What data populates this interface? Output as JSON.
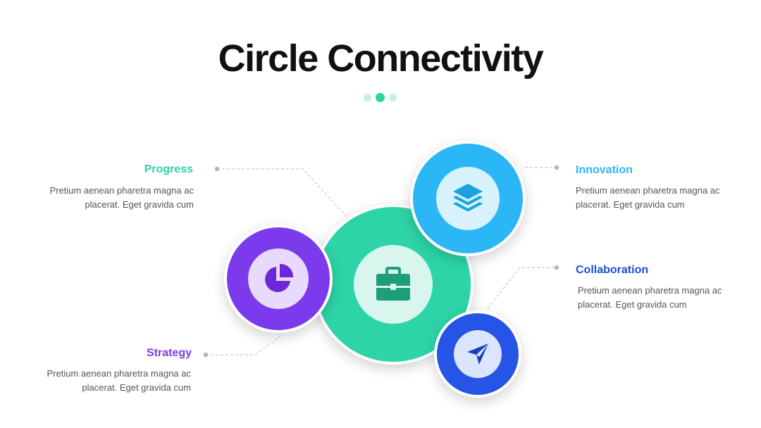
{
  "title": "Circle Connectivity",
  "colors": {
    "progress": "#2dd4a7",
    "strategy": "#7c3aed",
    "innovation": "#2bb7f5",
    "collaboration": "#1d4ed8"
  },
  "items": [
    {
      "key": "progress",
      "label": "Progress",
      "description": "Pretium aenean pharetra magna ac placerat. Eget gravida cum",
      "icon": "briefcase-icon"
    },
    {
      "key": "strategy",
      "label": "Strategy",
      "description": "Pretium aenean pharetra magna ac placerat. Eget gravida cum",
      "icon": "pie-chart-icon"
    },
    {
      "key": "innovation",
      "label": "Innovation",
      "description": "Pretium aenean pharetra magna ac placerat. Eget gravida cum",
      "icon": "layers-icon"
    },
    {
      "key": "collaboration",
      "label": "Collaboration",
      "description": "Pretium aenean pharetra magna ac placerat. Eget gravida cum",
      "icon": "send-icon"
    }
  ]
}
